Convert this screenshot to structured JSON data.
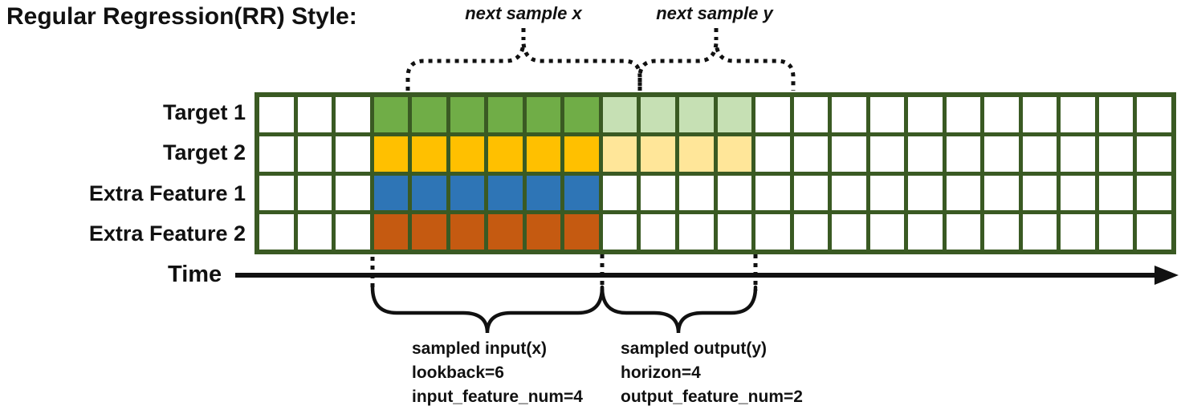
{
  "title": "Regular Regression(RR) Style:",
  "top_brace_labels": {
    "next_sample_x": "next sample x",
    "next_sample_y": "next sample y"
  },
  "time_axis": {
    "label": "Time"
  },
  "grid": {
    "columns": 24,
    "input_start_col": 3,
    "input_num_cols": 6,
    "output_start_col": 9,
    "output_num_cols": 4,
    "rows": [
      {
        "label": "Target 1",
        "input_color": "#70AD47",
        "output_color": "#C6E0B4"
      },
      {
        "label": "Target 2",
        "input_color": "#FFC000",
        "output_color": "#FFE699"
      },
      {
        "label": "Extra Feature 1",
        "input_color": "#2E75B6",
        "output_color": null
      },
      {
        "label": "Extra Feature 2",
        "input_color": "#C55A11",
        "output_color": null
      }
    ]
  },
  "colors": {
    "grid_border": "#3A5A23",
    "empty_cell": "#FFFFFF",
    "line": "#111111"
  },
  "annotations": {
    "input": [
      "sampled input(x)",
      "lookback=6",
      "input_feature_num=4"
    ],
    "output": [
      "sampled output(y)",
      "horizon=4",
      "output_feature_num=2"
    ]
  }
}
